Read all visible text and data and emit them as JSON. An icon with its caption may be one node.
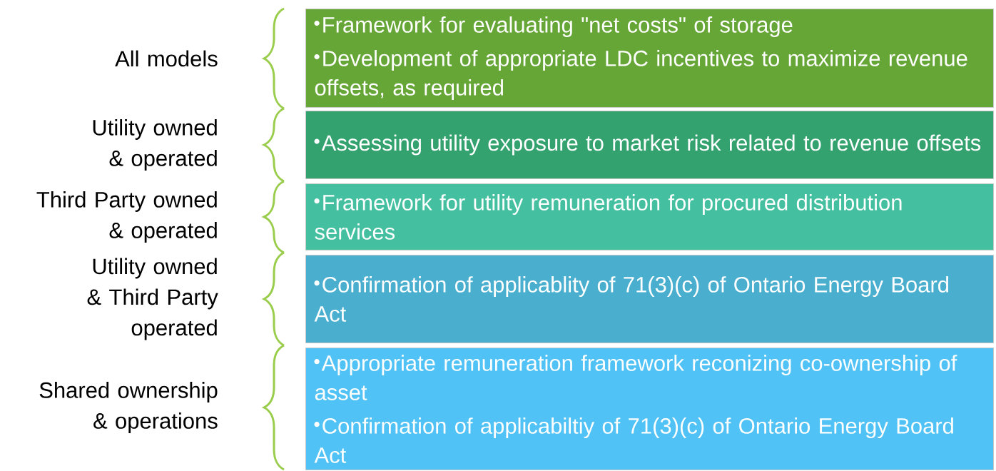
{
  "diagram": {
    "nodes": [
      {
        "text": [
          "Framework for evaluating \"net costs\" of storage",
          "Development of appropriate LDC incentives to maximize revenue offsets, as required"
        ]
      },
      {
        "text": [
          "Assessing utility exposure to market risk related to revenue offsets"
        ]
      },
      {
        "text": [
          "Framework for utility remuneration for procured distribution services"
        ]
      },
      {
        "text": [
          "Confirmation of applicablity of 71(3)(c) of Ontario Energy Board Act"
        ]
      },
      {
        "text": [
          "Appropriate remuneration framework reconizing co-ownership of asset",
          "Confirmation of applicabiltiy of 71(3)(c) of Ontario Energy Board Act"
        ]
      }
    ],
    "labels": [
      "All models",
      "Utility owned & operated",
      "Third Party owned & operated",
      "Utility owned & Third Party operated",
      "Shared ownership & operations"
    ]
  }
}
